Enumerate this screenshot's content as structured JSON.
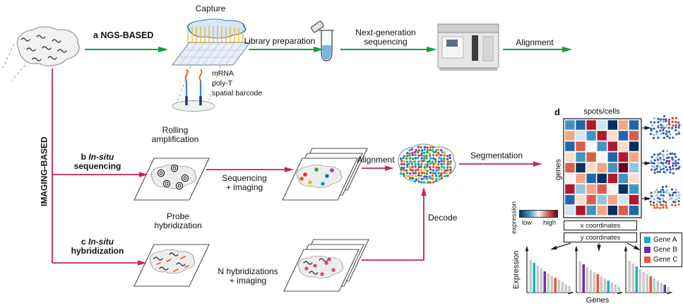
{
  "colors": {
    "green": "#0f9d4a",
    "red": "#c2255c",
    "black": "#1a1a1a",
    "gray_bar": "#c9c9c9",
    "map_dot": "#2b5fa5",
    "map_dot_light": "#8fb8e0",
    "pink": "#e0407b",
    "dot_palette": [
      "#e03131",
      "#1971c2",
      "#2f9e44",
      "#f5b301",
      "#17a2b8",
      "#9c36b5",
      "#e8590c",
      "#12b5b0"
    ]
  },
  "panel_a": {
    "label": "a",
    "title": "NGS-BASED",
    "capture": "Capture",
    "probes": {
      "mrna": "mRNA",
      "polyt": "poly-T",
      "barcode": "spatial barcode"
    },
    "arrow_library": "Library preparation",
    "arrow_ngs_l1": "Next-generation",
    "arrow_ngs_l2": "sequencing",
    "arrow_alignment": "Alignment"
  },
  "imaging_label": "IMAGING-BASED",
  "panel_b": {
    "label": "b",
    "title_italic": "In-situ",
    "title_l2": "sequencing",
    "step_l1": "Rolling",
    "step_l2": "amplification",
    "arrow1_l1": "Sequencing",
    "arrow1_l2": "+ imaging",
    "arrow2": "Alignment",
    "arrow3": "Segmentation"
  },
  "panel_c": {
    "label": "c",
    "title_italic": "In-situ",
    "title_l2": "hybridization",
    "step_l1": "Probe",
    "step_l2": "hybridization",
    "arrow1_l1": "N hybridizations",
    "arrow1_l2": "+ imaging",
    "arrow2": "Decode"
  },
  "panel_d": {
    "label": "d",
    "matrix_col_label": "spots/cells",
    "matrix_row_label": "genes",
    "expression_label": "expression",
    "scale_low": "low",
    "scale_high": "high",
    "x_box": "x coordinates",
    "y_box": "y coordinates",
    "chart_ylabel": "Expression",
    "chart_xlabel": "Genes",
    "legend": [
      {
        "label": "Gene A",
        "color": "#12b5b0"
      },
      {
        "label": "Gene B",
        "color": "#6f2da8"
      },
      {
        "label": "Gene C",
        "color": "#f0533a"
      }
    ],
    "heatmap": {
      "rows": 9,
      "cols": 7,
      "cells": [
        [
          "#4393c3",
          "#2166ac",
          "#b2182b",
          "#d1e5f0",
          "#053061",
          "#f4a582",
          "#2166ac"
        ],
        [
          "#f4a582",
          "#d1e5f0",
          "#4393c3",
          "#b2182b",
          "#fddbc7",
          "#2166ac",
          "#d6604d"
        ],
        [
          "#2166ac",
          "#d6604d",
          "#f7f7f7",
          "#4393c3",
          "#b2182b",
          "#fddbc7",
          "#053061"
        ],
        [
          "#fddbc7",
          "#4393c3",
          "#d6604d",
          "#f7f7f7",
          "#2166ac",
          "#b2182b",
          "#f4a582"
        ],
        [
          "#d6604d",
          "#053061",
          "#fddbc7",
          "#f4a582",
          "#4393c3",
          "#67001f",
          "#92c5de"
        ],
        [
          "#f7f7f7",
          "#f4a582",
          "#2166ac",
          "#053061",
          "#b2182b",
          "#4393c3",
          "#fddbc7"
        ],
        [
          "#b2182b",
          "#92c5de",
          "#f4a582",
          "#d6604d",
          "#f7f7f7",
          "#053061",
          "#4393c3"
        ],
        [
          "#2166ac",
          "#fddbc7",
          "#d6604d",
          "#92c5de",
          "#f4a582",
          "#d1e5f0",
          "#b2182b"
        ],
        [
          "#d1e5f0",
          "#b2182b",
          "#4393c3",
          "#f4a582",
          "#053061",
          "#d6604d",
          "#2166ac"
        ]
      ]
    },
    "spatial_maps": [
      {
        "name": "gene-a-map",
        "highlight": "#cf3a2e",
        "zone": "top-right"
      },
      {
        "name": "gene-b-map",
        "highlight": "#6f2da8",
        "zone": "center-right"
      },
      {
        "name": "gene-c-map",
        "highlight": "#e8590c",
        "zone": "bottom"
      }
    ],
    "bar_charts": [
      {
        "values": [
          46,
          42,
          38,
          34,
          30,
          27,
          24,
          21,
          18,
          15,
          12,
          9
        ],
        "colors": [
          null,
          "#12b5b0",
          null,
          null,
          "#6f2da8",
          null,
          null,
          "#f0533a",
          null,
          null,
          null,
          null
        ]
      },
      {
        "values": [
          44,
          40,
          36,
          32,
          29,
          26,
          23,
          20,
          17,
          14,
          11,
          8
        ],
        "colors": [
          null,
          "#6f2da8",
          null,
          null,
          null,
          "#f0533a",
          null,
          null,
          "#12b5b0",
          null,
          null,
          null
        ]
      },
      {
        "values": [
          45,
          41,
          37,
          33,
          29,
          26,
          23,
          20,
          17,
          14,
          11,
          8
        ],
        "colors": [
          null,
          null,
          "#12b5b0",
          null,
          null,
          null,
          "#f0533a",
          null,
          null,
          null,
          "#6f2da8",
          null
        ]
      }
    ]
  }
}
